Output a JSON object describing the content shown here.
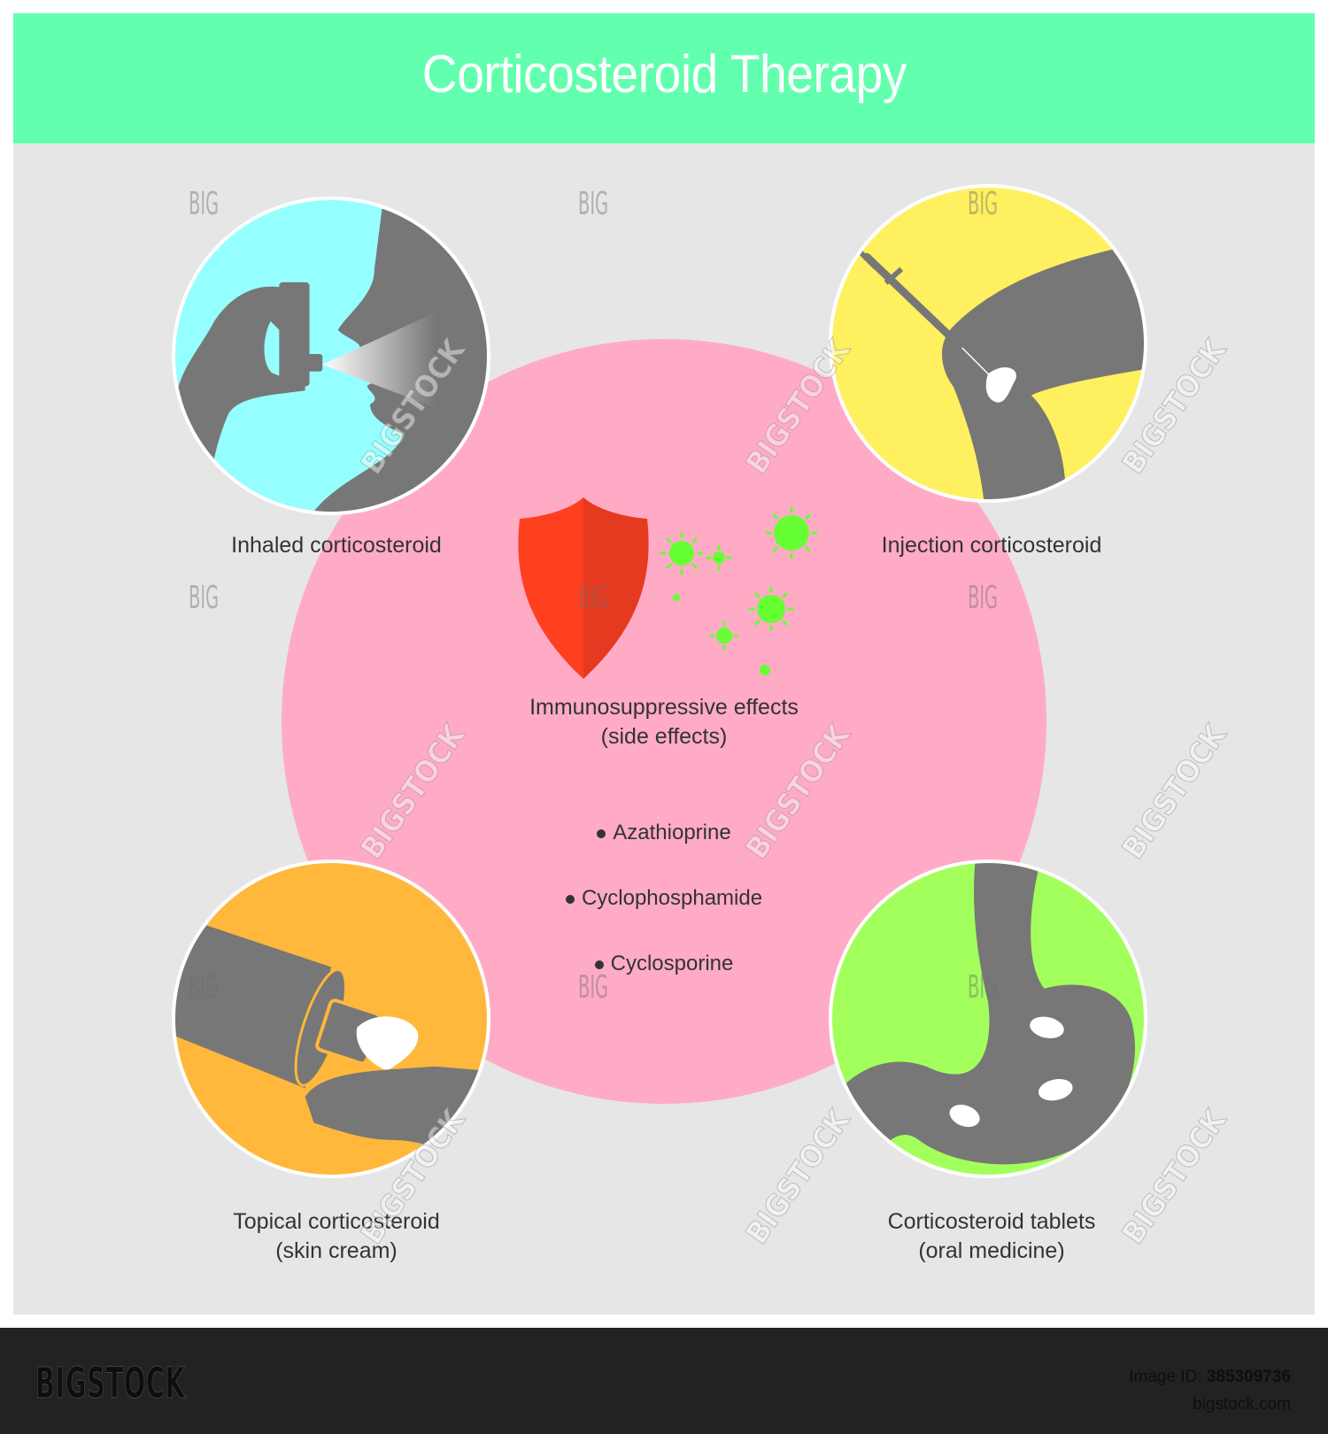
{
  "header": {
    "title": "Corticosteroid Therapy",
    "background_color": "#62ffae"
  },
  "panel": {
    "background_color": "#e6e6e6"
  },
  "center": {
    "circle_color": "#ffabc6",
    "heading_line1": "Immunosuppressive effects",
    "heading_line2": "(side effects)",
    "shield_icon": "shield-icon",
    "germ_icon": "virus-icon",
    "drugs": [
      {
        "label": "Azathioprine"
      },
      {
        "label": "Cyclophosphamide"
      },
      {
        "label": "Cyclosporine"
      }
    ]
  },
  "methods": [
    {
      "id": "inhaled",
      "label_line1": "Inhaled corticosteroid",
      "label_line2": "",
      "color": "#95feff",
      "icon": "inhaler-icon"
    },
    {
      "id": "injection",
      "label_line1": "Injection corticosteroid",
      "label_line2": "",
      "color": "#fff05f",
      "icon": "syringe-knee-icon"
    },
    {
      "id": "topical",
      "label_line1": "Topical corticosteroid",
      "label_line2": "(skin cream)",
      "color": "#ffb83b",
      "icon": "cream-tube-icon"
    },
    {
      "id": "tablets",
      "label_line1": "Corticosteroid tablets",
      "label_line2": "(oral medicine)",
      "color": "#a2ff5c",
      "icon": "stomach-tablets-icon"
    }
  ],
  "watermark": {
    "short": "BIG",
    "long": "BIGSTOCK"
  },
  "footer": {
    "logo": "BIGSTOCK",
    "image_id_label": "Image ID:",
    "image_id": "385309736",
    "site": "bigstock.com"
  }
}
